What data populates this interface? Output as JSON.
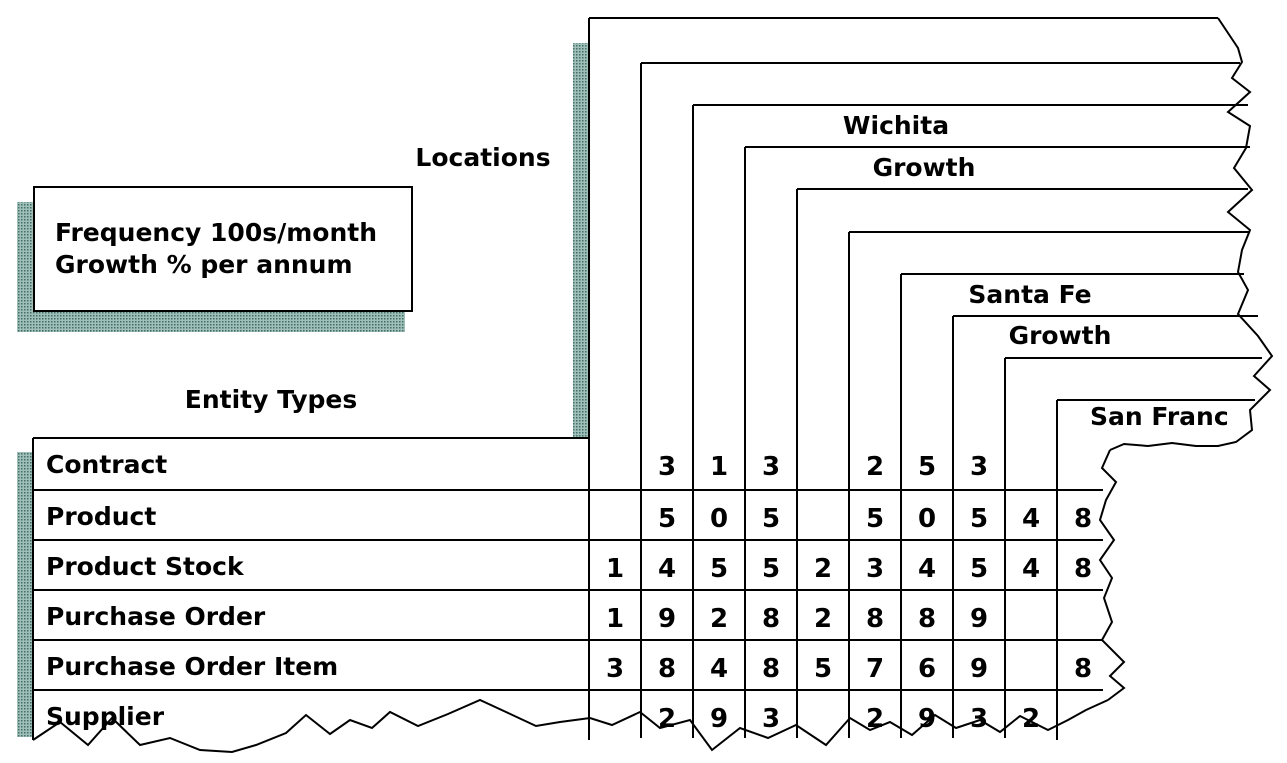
{
  "locations_label": "Locations",
  "entity_types_label": "Entity Types",
  "legend": {
    "line1": "Frequency 100s/month",
    "line2": "Growth % per annum"
  },
  "column_headers": [
    {
      "label": "Wichita"
    },
    {
      "label": "Growth"
    },
    {
      "label": "Santa Fe"
    },
    {
      "label": "Growth"
    },
    {
      "label": "San Franc"
    }
  ],
  "rows": [
    {
      "name": "Contract",
      "cells": [
        "",
        "3",
        "1",
        "3",
        "",
        "2",
        "5",
        "3",
        "",
        ""
      ]
    },
    {
      "name": "Product",
      "cells": [
        "",
        "5",
        "0",
        "5",
        "",
        "5",
        "0",
        "5",
        "4",
        "8"
      ]
    },
    {
      "name": "Product Stock",
      "cells": [
        "1",
        "4",
        "5",
        "5",
        "2",
        "3",
        "4",
        "5",
        "4",
        "8"
      ]
    },
    {
      "name": "Purchase Order",
      "cells": [
        "1",
        "9",
        "2",
        "8",
        "2",
        "8",
        "8",
        "9",
        "",
        ""
      ]
    },
    {
      "name": "Purchase Order Item",
      "cells": [
        "3",
        "8",
        "4",
        "8",
        "5",
        "7",
        "6",
        "9",
        "",
        "8"
      ]
    },
    {
      "name": "Supplier",
      "cells": [
        "",
        "2",
        "9",
        "3",
        "",
        "2",
        "9",
        "3",
        "2",
        ""
      ]
    }
  ],
  "colors": {
    "line": "#000000",
    "shadow": "#5f8a82",
    "background": "#ffffff"
  }
}
